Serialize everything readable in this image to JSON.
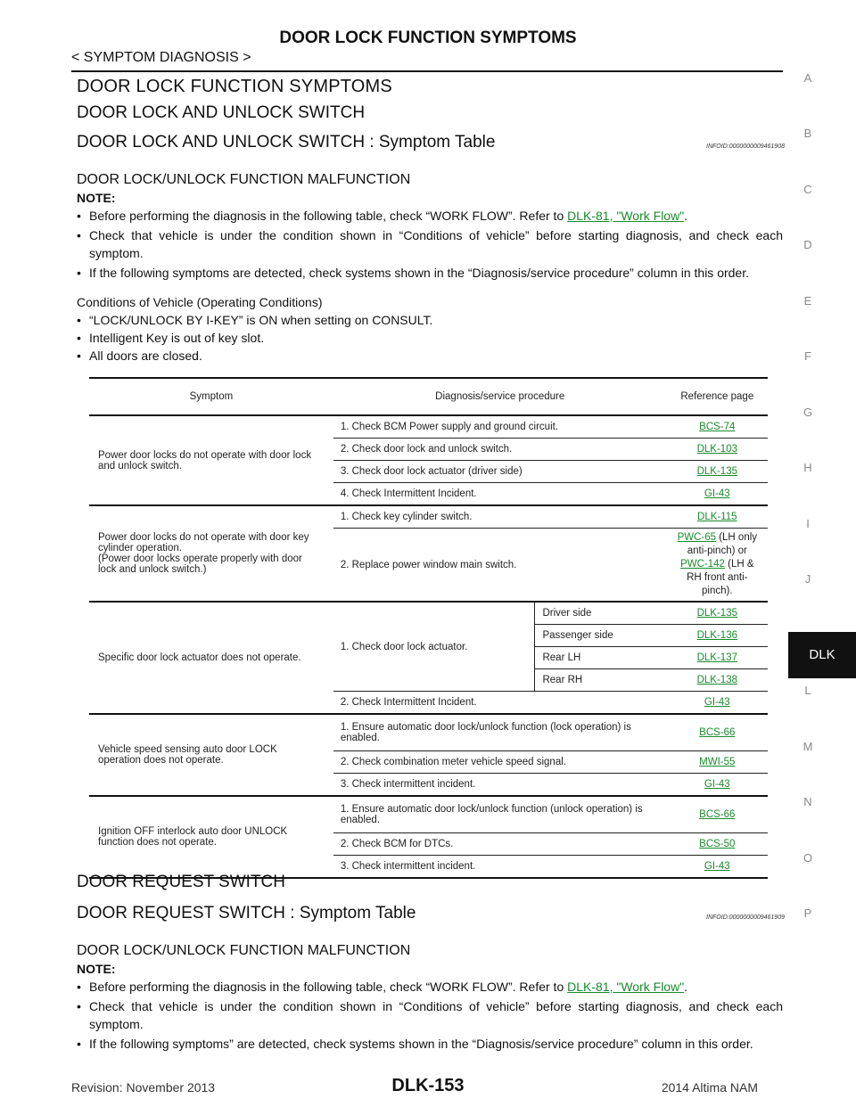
{
  "header": {
    "title": "DOOR LOCK FUNCTION SYMPTOMS",
    "section": "< SYMPTOM DIAGNOSIS >"
  },
  "side_index": {
    "letters": [
      "A",
      "B",
      "C",
      "D",
      "E",
      "F",
      "G",
      "H",
      "I",
      "J",
      "L",
      "M",
      "N",
      "O",
      "P"
    ],
    "active": "DLK"
  },
  "main_heading": "DOOR LOCK FUNCTION SYMPTOMS",
  "section1": {
    "heading": "DOOR LOCK AND UNLOCK SWITCH",
    "subheading": "DOOR LOCK AND UNLOCK SWITCH : Symptom Table",
    "info_id": "INFOID:0000000009461908",
    "malfunction_title": "DOOR LOCK/UNLOCK FUNCTION MALFUNCTION",
    "note_label": "NOTE:",
    "notes": [
      {
        "pre": "Before performing the diagnosis in the following table, check “WORK FLOW”. Refer to ",
        "link": "DLK-81, \"Work Flow\"",
        "post": "."
      },
      {
        "text": "Check that vehicle is under the condition shown in “Conditions of vehicle” before starting diagnosis, and check each symptom."
      },
      {
        "text": "If the following symptoms are detected, check systems shown in the “Diagnosis/service procedure” column in this order."
      }
    ],
    "conditions_title": "Conditions of Vehicle (Operating Conditions)",
    "conditions": [
      "“LOCK/UNLOCK BY I-KEY” is ON when setting on CONSULT.",
      "Intelligent Key is out of key slot.",
      "All doors are closed."
    ]
  },
  "table": {
    "headers": {
      "symptom": "Symptom",
      "procedure": "Diagnosis/service procedure",
      "reference": "Reference page"
    },
    "g1": {
      "symptom": "Power door locks do not operate with door lock and unlock switch.",
      "rows": [
        {
          "proc": "1. Check BCM Power supply and ground circuit.",
          "ref": "BCS-74"
        },
        {
          "proc": "2. Check door lock and unlock switch.",
          "ref": "DLK-103"
        },
        {
          "proc": "3. Check door lock actuator (driver side)",
          "ref": "DLK-135"
        },
        {
          "proc": "4. Check Intermittent Incident.",
          "ref": "GI-43"
        }
      ]
    },
    "g2": {
      "symptom_lines": [
        "Power door locks do not operate with door key cylinder operation.",
        "(Power door locks operate properly with door lock and unlock switch.)"
      ],
      "row1": {
        "proc": "1. Check key cylinder switch.",
        "ref": "DLK-115"
      },
      "row2": {
        "proc": "2. Replace power window main switch.",
        "ref_link1": "PWC-65",
        "ref_text1": " (LH only anti-pinch) or ",
        "ref_link2": "PWC-142",
        "ref_text2": " (LH & RH front anti-pinch)."
      }
    },
    "g3": {
      "symptom": "Specific door lock actuator does not operate.",
      "proc1": "1. Check door lock actuator.",
      "subrows": [
        {
          "side": "Driver side",
          "ref": "DLK-135"
        },
        {
          "side": "Passenger side",
          "ref": "DLK-136"
        },
        {
          "side": "Rear LH",
          "ref": "DLK-137"
        },
        {
          "side": "Rear RH",
          "ref": "DLK-138"
        }
      ],
      "proc2": "2. Check Intermittent Incident.",
      "ref2": "GI-43"
    },
    "g4": {
      "symptom": "Vehicle speed sensing auto door LOCK operation does not operate.",
      "rows": [
        {
          "proc": "1. Ensure automatic door lock/unlock function (lock operation) is enabled.",
          "ref": "BCS-66"
        },
        {
          "proc": "2. Check combination meter vehicle speed signal.",
          "ref": "MWI-55"
        },
        {
          "proc": "3. Check intermittent incident.",
          "ref": "GI-43"
        }
      ]
    },
    "g5": {
      "symptom": "Ignition OFF interlock auto door UNLOCK function does not operate.",
      "rows": [
        {
          "proc": "1. Ensure automatic door lock/unlock function (unlock operation) is enabled.",
          "ref": "BCS-66"
        },
        {
          "proc": "2. Check BCM for DTCs.",
          "ref": "BCS-50"
        },
        {
          "proc": "3. Check intermittent incident.",
          "ref": "GI-43"
        }
      ]
    }
  },
  "section2": {
    "heading": "DOOR REQUEST SWITCH",
    "subheading": "DOOR REQUEST SWITCH : Symptom Table",
    "info_id": "INFOID:0000000009461909",
    "malfunction_title": "DOOR LOCK/UNLOCK FUNCTION MALFUNCTION",
    "note_label": "NOTE:",
    "notes": [
      {
        "pre": "Before performing the diagnosis in the following table, check “WORK FLOW”. Refer to ",
        "link": "DLK-81, \"Work Flow\"",
        "post": "."
      },
      {
        "text": "Check that vehicle is under the condition shown in “Conditions of vehicle” before starting diagnosis, and check each symptom."
      },
      {
        "text": "If the following symptoms” are detected, check systems shown in the “Diagnosis/service procedure” column in this order."
      }
    ]
  },
  "footer": {
    "revision": "Revision: November 2013",
    "page": "DLK-153",
    "model": "2014 Altima NAM"
  }
}
